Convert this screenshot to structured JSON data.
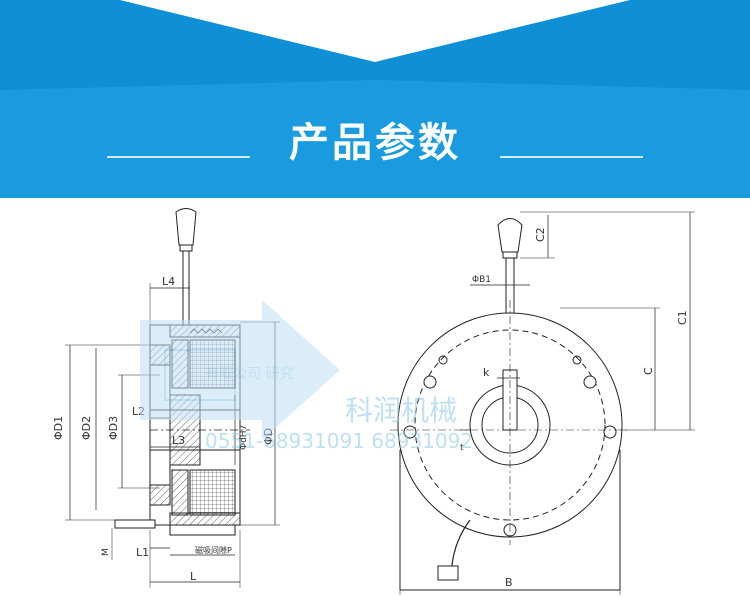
{
  "header": {
    "title": "产品参数",
    "bg_color": "#1a9be0"
  },
  "side_view": {
    "labels": {
      "L4": "L4",
      "D1": "ΦD1",
      "D2": "ΦD2",
      "D3": "ΦD3",
      "L2": "L2",
      "L3": "L3",
      "H7": "ΦdH7",
      "D": "ΦD",
      "M": "M",
      "L1": "L1",
      "L": "L",
      "P": "磁吸间隙P"
    }
  },
  "front_view": {
    "labels": {
      "C2": "C2",
      "B1": "ΦB1",
      "C1": "C1",
      "C": "C",
      "k": "k",
      "t": "t",
      "B": "B"
    }
  },
  "watermark": {
    "company": "科润机械",
    "company_small": "有限公司 研究",
    "phone": "0551-68931091 68931092",
    "color": "#8cc6ea"
  }
}
